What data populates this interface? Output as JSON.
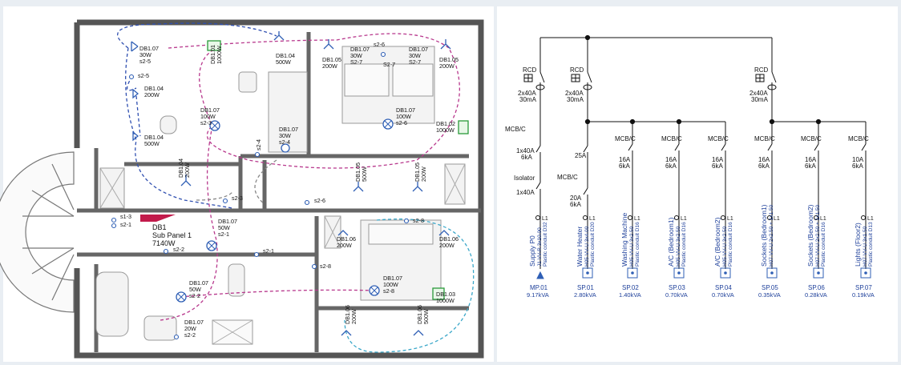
{
  "colors": {
    "panel_bg": "#ffffff",
    "page_bg": "#e9eef3",
    "wall": "#555555",
    "room": "#f7f7f7",
    "circuit_blue": "#2f4fb0",
    "circuit_magenta": "#b8388d",
    "circuit_cyan": "#3aa7c9",
    "circuit_grey": "#888888",
    "symbol_blue": "#2f5fb5",
    "panel_red": "#c21a4b",
    "green_heater": "#2a9a3a",
    "line": "#111111"
  },
  "plan": {
    "panel": {
      "name": "DB1",
      "sub": "Sub Panel 1",
      "power": "7140W"
    },
    "labels": {
      "l1": [
        "DB1.07",
        "30W",
        "s2-5"
      ],
      "l2": [
        "DB1.01",
        "1000W"
      ],
      "l3": [
        "DB1.04",
        "500W"
      ],
      "l4": [
        "s2-5"
      ],
      "l5": [
        "DB1.04",
        "200W"
      ],
      "l6": [
        "DB1.04",
        "500W"
      ],
      "l7": [
        "DB1.07",
        "100W",
        "s2-3"
      ],
      "l8": [
        "DB1.07",
        "30W",
        "s2-4"
      ],
      "l9": [
        "s2-4"
      ],
      "l10": [
        "DB1.04",
        "200W"
      ],
      "l11": [
        "s2-3"
      ],
      "l12": [
        "DB1.05",
        "200W"
      ],
      "l13": [
        "DB1.07",
        "30W",
        "S2-7"
      ],
      "l14": [
        "s2-6"
      ],
      "l15": [
        "S2-7"
      ],
      "l16": [
        "DB1.07",
        "30W",
        "S2-7"
      ],
      "l17": [
        "DB1.05",
        "200W"
      ],
      "l18": [
        "DB1.07",
        "100W",
        "s2-6"
      ],
      "l19": [
        "DB1.02",
        "1000W"
      ],
      "l20": [
        "DB1.05",
        "500W"
      ],
      "l21": [
        "DB1.05",
        "200W"
      ],
      "l22": [
        "s2-6"
      ],
      "l23": [
        "s1-3"
      ],
      "l24": [
        "s2-1"
      ],
      "l25": [
        "DB1.07",
        "50W",
        "s2-1"
      ],
      "l26": [
        "s2-2"
      ],
      "l27": [
        "s2-1"
      ],
      "l28": [
        "s2-8"
      ],
      "l29": [
        "DB1.06",
        "200W"
      ],
      "l30": [
        "DB1.06",
        "200W"
      ],
      "l31": [
        "s2-8"
      ],
      "l32": [
        "DB1.07",
        "50W",
        "s2-2"
      ],
      "l33": [
        "DB1.07",
        "100W",
        "s2-8"
      ],
      "l34": [
        "DB1.03",
        "1000W"
      ],
      "l35": [
        "DB1.07",
        "20W",
        "s2-2"
      ],
      "l36": [
        "DB1.06",
        "200W"
      ],
      "l37": [
        "DB1.06",
        "500W"
      ]
    }
  },
  "sld": {
    "incomers": [
      {
        "rcd": "RCD",
        "rating": "2x40A",
        "sens": "30mA"
      },
      {
        "rcd": "RCD",
        "rating": "2x40A",
        "sens": "30mA"
      },
      {
        "rcd": "RCD",
        "rating": "2x40A",
        "sens": "30mA"
      }
    ],
    "mcb_label": "MCB/C",
    "isolator_label": "Isolator",
    "phase": "L1",
    "feeders": [
      {
        "name": "Supply P0",
        "cable": "J1 VV-R 3x10.00",
        "conduit": "Plastic conduit D32",
        "id": "MP.01",
        "load": "9.17kVA",
        "mcb_top": "MCB/C",
        "rating": "1x40A",
        "cap": "6kA",
        "mid_label": "Isolator",
        "mid_rating": "1x40A"
      },
      {
        "name": "Water Heater",
        "cable": "H05 VV-U 3x4.00",
        "conduit": "Plastic conduit D20",
        "id": "SP.01",
        "load": "2.80kVA",
        "mcb_top": "25A",
        "rating": "",
        "cap": "",
        "mid_label": "MCB/C",
        "mid_rating": "20A",
        "mid_cap": "6kA"
      },
      {
        "name": "Washing Machine",
        "cable": "H05 VV-U 3x2.50",
        "conduit": "Plastic conduit D16",
        "id": "SP.02",
        "load": "1.40kVA",
        "rating": "16A",
        "cap": "6kA"
      },
      {
        "name": "A/C (Bedroom1)",
        "cable": "H05 VV-U 3x2.50",
        "conduit": "Plastic conduit D16",
        "id": "SP.03",
        "load": "0.70kVA",
        "rating": "16A",
        "cap": "6kA"
      },
      {
        "name": "A/C (Bedroom2)",
        "cable": "H05 VV-U 3x2.50",
        "conduit": "Plastic conduit D16",
        "id": "SP.04",
        "load": "0.70kVA",
        "rating": "16A",
        "cap": "6kA"
      },
      {
        "name": "Sockets (Bedroom1)",
        "cable": "H07 VV-U 2x2.50 + 1x1.50",
        "conduit": "",
        "id": "SP.05",
        "load": "0.35kVA",
        "rating": "16A",
        "cap": "6kA"
      },
      {
        "name": "Sockets (Bedroom2)",
        "cable": "H07 VV-U 2x2.50 + 1x1.50",
        "conduit": "Plastic conduit D16",
        "id": "SP.06",
        "load": "0.28kVA",
        "rating": "16A",
        "cap": "6kA"
      },
      {
        "name": "Lights (Floor2)",
        "cable": "H07 VV-U 3x1.50",
        "conduit": "Plastic conduit D13",
        "id": "SP.07",
        "load": "0.19kVA",
        "rating": "10A",
        "cap": "6kA"
      }
    ]
  }
}
